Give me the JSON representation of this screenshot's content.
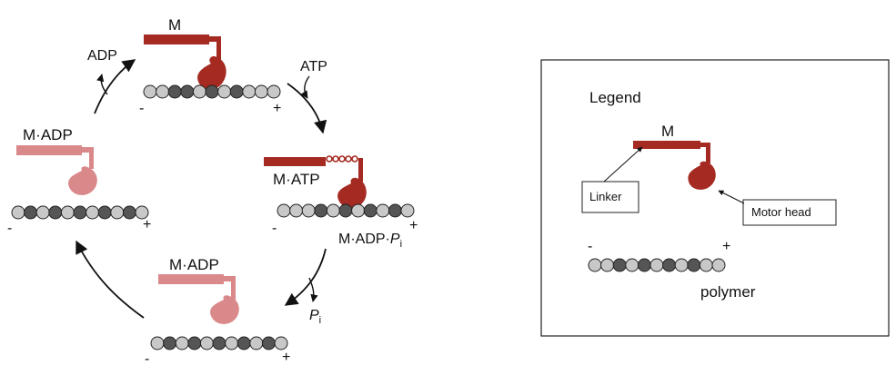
{
  "cycle": {
    "top_state": {
      "label": "M",
      "minus": "-",
      "plus": "+"
    },
    "right_state": {
      "label": "M·ATP",
      "minus": "-",
      "plus": "+"
    },
    "bottom_state": {
      "label": "M·ADP",
      "minus": "-",
      "plus": "+"
    },
    "left_state": {
      "label": "M·ADP",
      "minus": "-",
      "plus": "+"
    },
    "arrow_labels": {
      "adp_release": "ADP",
      "atp_binding": "ATP",
      "hydrolysis_state": "M·ADP·",
      "hydrolysis_p": "P",
      "hydrolysis_i": "i",
      "pi_release_p": "P",
      "pi_release_i": "i"
    }
  },
  "legend": {
    "title": "Legend",
    "motor_label": "M",
    "linker_label": "Linker",
    "motor_head_label": "Motor head",
    "polymer_label": "polymer",
    "minus": "-",
    "plus": "+"
  },
  "colors": {
    "dark_motor": "#A52A22",
    "light_motor": "#D9898A",
    "bead_light": "#C8C8C8",
    "bead_dark": "#555555"
  }
}
